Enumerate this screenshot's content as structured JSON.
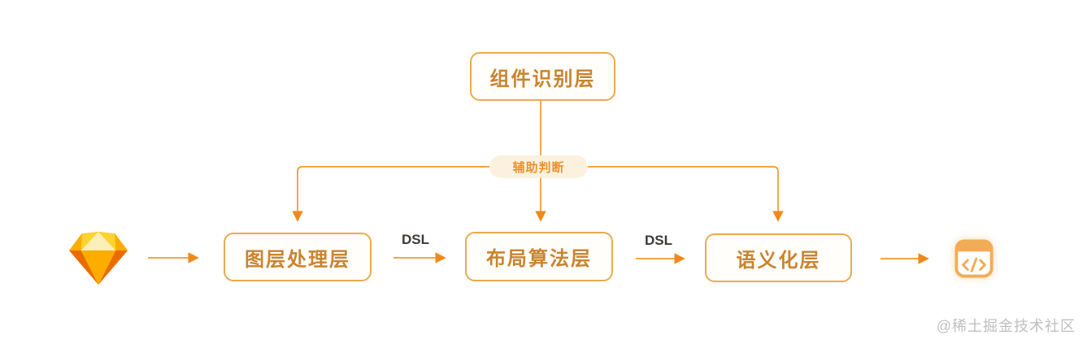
{
  "diagram": {
    "nodes": {
      "top": {
        "label": "组件识别层"
      },
      "left": {
        "label": "图层处理层"
      },
      "middle": {
        "label": "布局算法层"
      },
      "right": {
        "label": "语义化层"
      }
    },
    "pill": {
      "label": "辅助判断"
    },
    "edge_labels": {
      "left_dsl": "DSL",
      "right_dsl": "DSL"
    },
    "icons": {
      "input": "sketch-logo",
      "output": "code-window"
    },
    "colors": {
      "connector": "#f39a2a",
      "arrowhead": "#f0891a",
      "node_border": "#ebaa4e",
      "node_text": "#c98430",
      "pill_background": "#fbf1de",
      "pill_text": "#e8932f",
      "dsl_label": "#3d3a37",
      "watermark": "#bfbfbf",
      "sketch_gold": "#fdb300",
      "sketch_dark_orange": "#ea6c00"
    }
  },
  "watermark": {
    "text": "@稀土掘金技术社区"
  }
}
